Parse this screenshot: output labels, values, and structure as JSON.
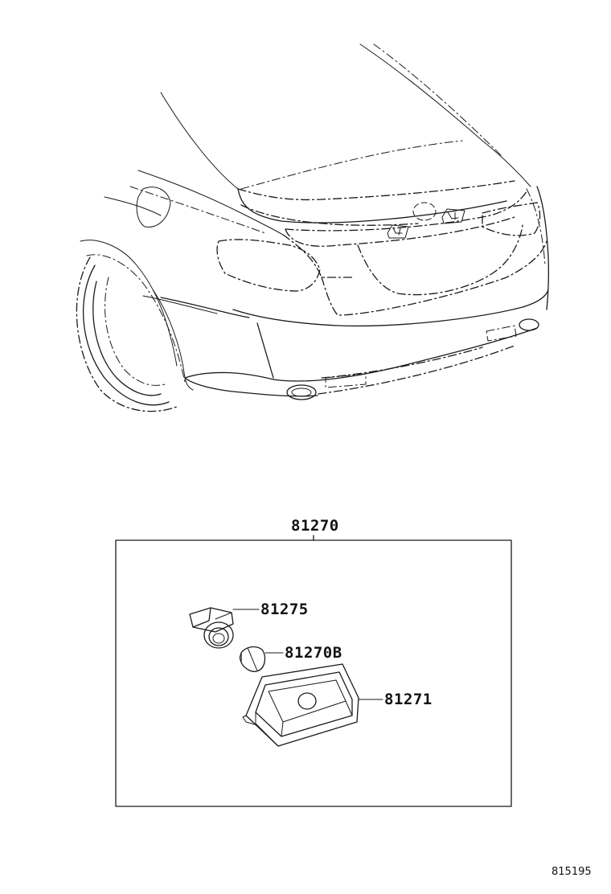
{
  "diagram": {
    "assembly_part": "81270",
    "parts": [
      {
        "number": "81275"
      },
      {
        "number": "81270B"
      },
      {
        "number": "81271"
      }
    ],
    "reference_code": "815195"
  }
}
